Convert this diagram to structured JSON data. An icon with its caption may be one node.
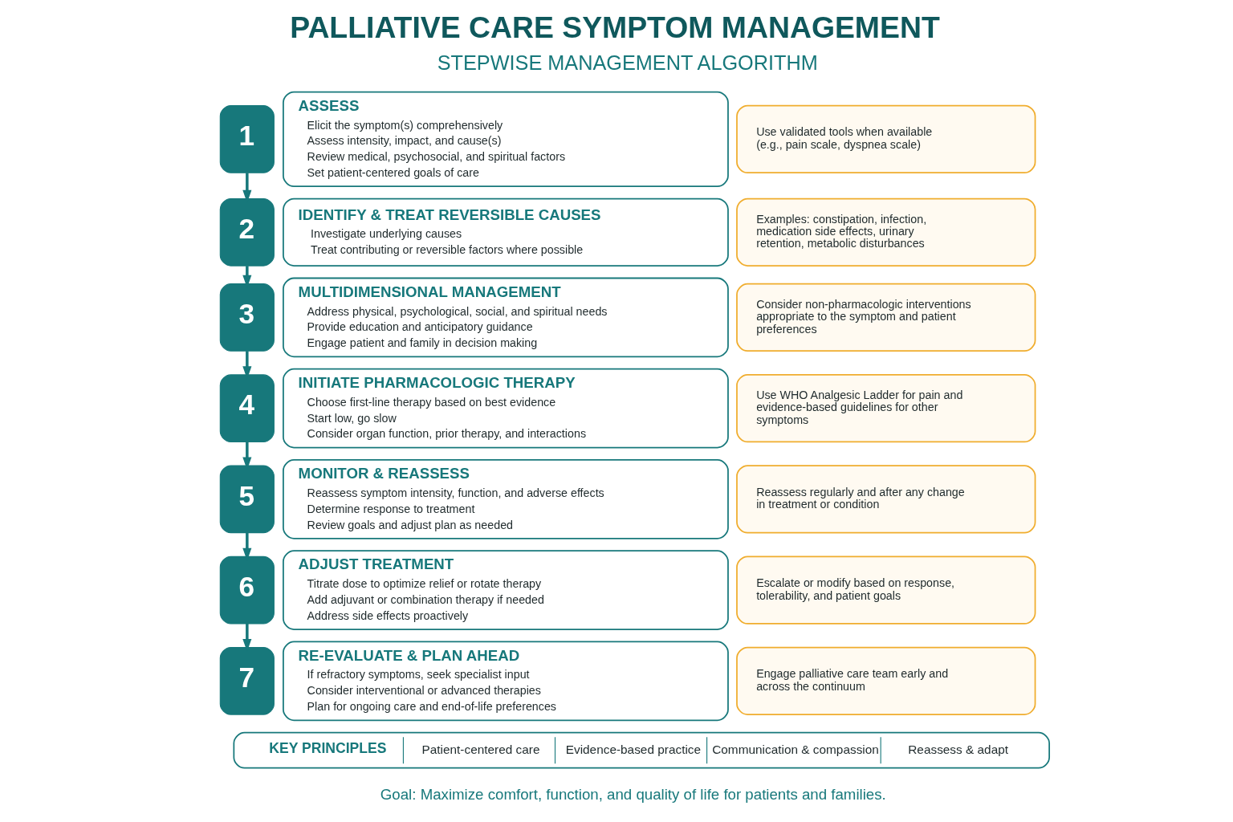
{
  "diagram": {
    "title": "PALLIATIVE CARE SYMPTOM MANAGEMENT",
    "caption": "Goal: Maximize comfort, function, and quality of life for patients and families.",
    "nodes": [
      {
        "text": [
          "1"
        ]
      },
      {
        "text": [
          "ASSESS",
          "Elicit the symptom(s) comprehensively",
          "Assess intensity, impact, and cause(s)",
          "Review medical, psychosocial, and spiritual factors",
          "Set patient-centered goals of care"
        ]
      },
      {
        "text": [
          "Use validated tools when available (e.g., pain scale, dyspnea scale)"
        ]
      },
      {
        "text": [
          "2"
        ]
      },
      {
        "text": [
          "IDENTIFY & TREAT REVERSIBLE CAUSES",
          "Investigate underlying causes",
          "Treat contributing or reversible factors where possible"
        ]
      },
      {
        "text": [
          "Examples: constipation, infection, medication side effects, urinary retention, metabolic disturbances"
        ]
      },
      {
        "text": [
          "3"
        ]
      },
      {
        "text": [
          "MULTIDIMENSIONAL MANAGEMENT",
          "Address physical, psychological, social, and spiritual needs",
          "Provide education and anticipatory guidance",
          "Engage patient and family in decision making"
        ]
      },
      {
        "text": [
          "Consider non-pharmacologic interventions appropriate to the symptom and patient preferences"
        ]
      },
      {
        "text": [
          "4"
        ]
      },
      {
        "text": [
          "INITIATE PHARMACOLOGIC THERAPY",
          "Choose first-line therapy based on best evidence",
          "Start low, go slow",
          "Consider organ function, prior therapy, and interactions"
        ]
      },
      {
        "text": [
          "Use WHO Analgesic Ladder for pain and evidence-based guidelines for other symptoms"
        ]
      },
      {
        "text": [
          "5"
        ]
      },
      {
        "text": [
          "MONITOR & REASSESS",
          "Reassess symptom intensity, function, and adverse effects",
          "Determine response to treatment",
          "Review goals and adjust plan as needed"
        ]
      },
      {
        "text": [
          "Reassess regularly and after any change in treatment or condition"
        ]
      },
      {
        "text": [
          "6"
        ]
      },
      {
        "text": [
          "ADJUST TREATMENT",
          "Titrate dose to optimize relief or rotate therapy",
          "Add adjuvant or combination therapy if needed",
          "Address side effects proactively"
        ]
      },
      {
        "text": [
          "Escalate or modify based on response, tolerability, and patient goals"
        ]
      },
      {
        "text": [
          "7"
        ]
      },
      {
        "text": [
          "RE-EVALUATE & PLAN AHEAD",
          "If refractory symptoms, seek specialist input",
          "Consider interventional or advanced therapies",
          "Plan for ongoing care and end-of-life preferences"
        ]
      },
      {
        "text": [
          "Engage palliative care team early and across the continuum"
        ]
      },
      {
        "text": [
          "KEY PRINCIPLES",
          "Patient-centered care",
          "Evidence-based practice",
          "Communication & compassion",
          "Reassess & adapt"
        ]
      }
    ],
    "edges": [
      {
        "from": 0,
        "to": 3,
        "arrow": "to"
      },
      {
        "from": 3,
        "to": 6,
        "arrow": "to"
      },
      {
        "from": 6,
        "to": 9,
        "arrow": "to"
      },
      {
        "from": 9,
        "to": 12,
        "arrow": "to"
      },
      {
        "from": 12,
        "to": 15,
        "arrow": "to"
      },
      {
        "from": 15,
        "to": 18,
        "arrow": "to"
      }
    ],
    "labels": [
      "STEPWISE MANAGEMENT ALGORITHM"
    ]
  }
}
